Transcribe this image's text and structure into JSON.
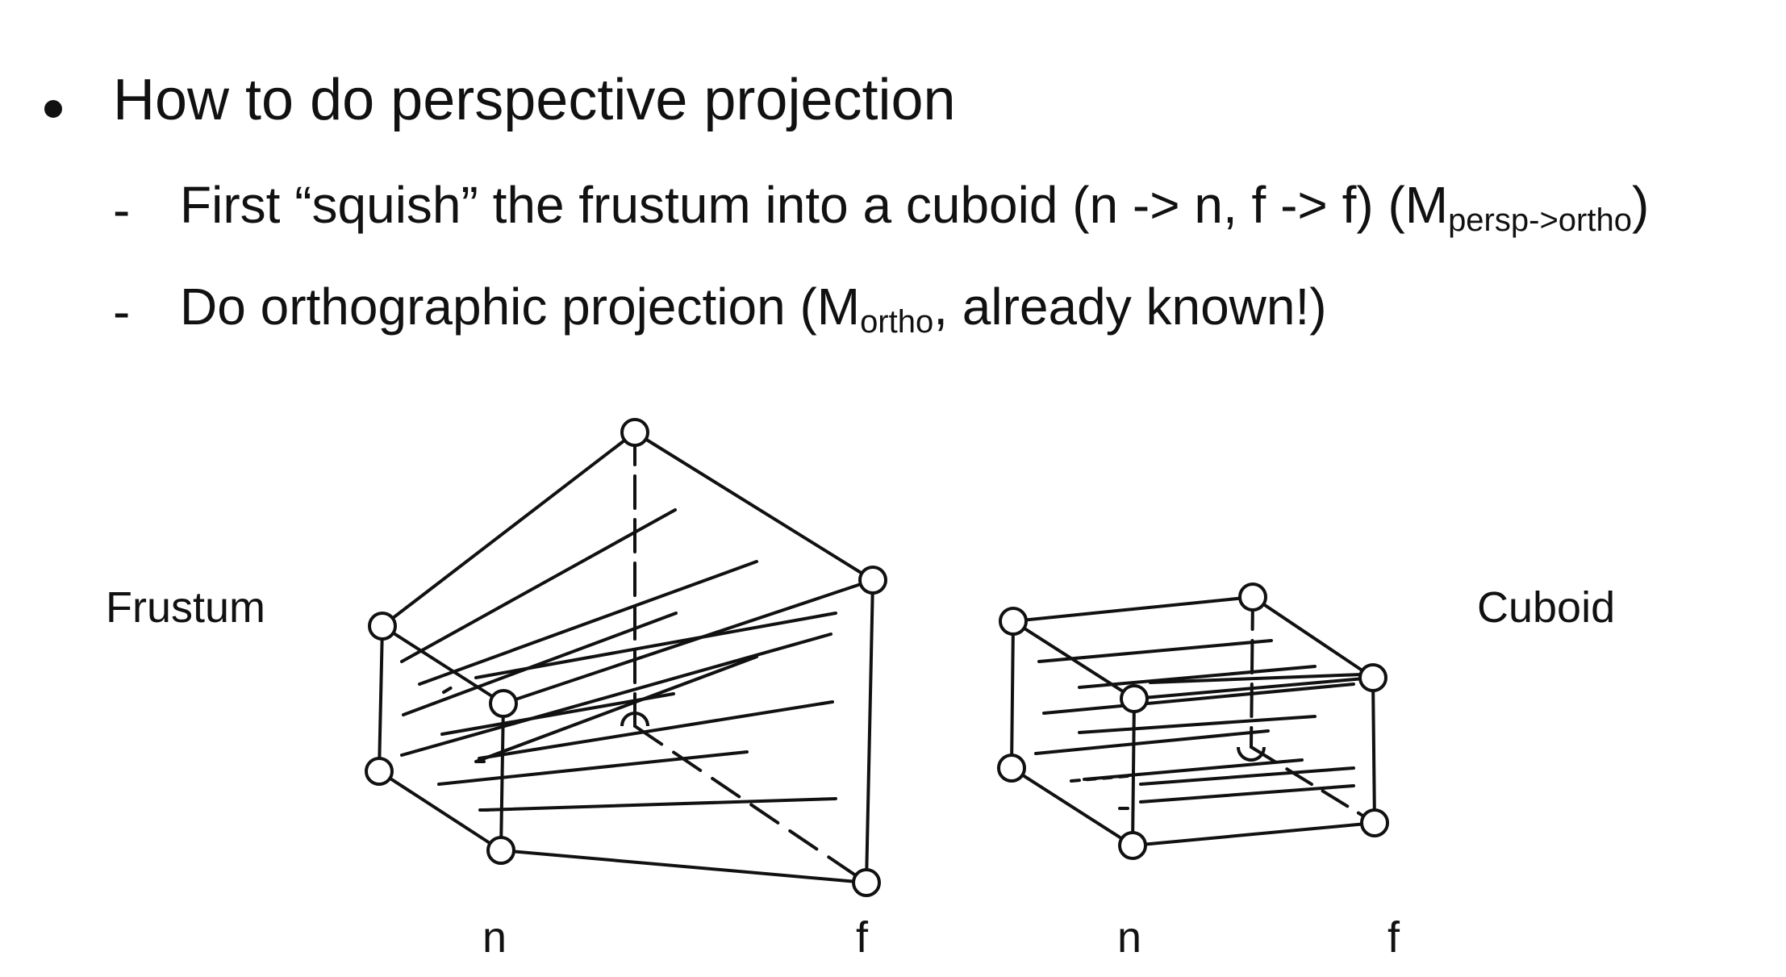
{
  "bullet": {
    "text": "How to do perspective projection"
  },
  "subpoints": [
    {
      "dash": "-",
      "text_before": "First “squish” the frustum into a cuboid (n -> n, f -> f) (M",
      "subscript": "persp->ortho",
      "text_after": ")"
    },
    {
      "dash": "-",
      "text_before": "Do orthographic projection (M",
      "subscript": "ortho",
      "text_after": ", already known!)"
    }
  ],
  "diagram": {
    "frustum_label": "Frustum",
    "cuboid_label": "Cuboid",
    "frustum_near_label": "n",
    "frustum_far_label": "f",
    "cuboid_near_label": "n",
    "cuboid_far_label": "f"
  }
}
